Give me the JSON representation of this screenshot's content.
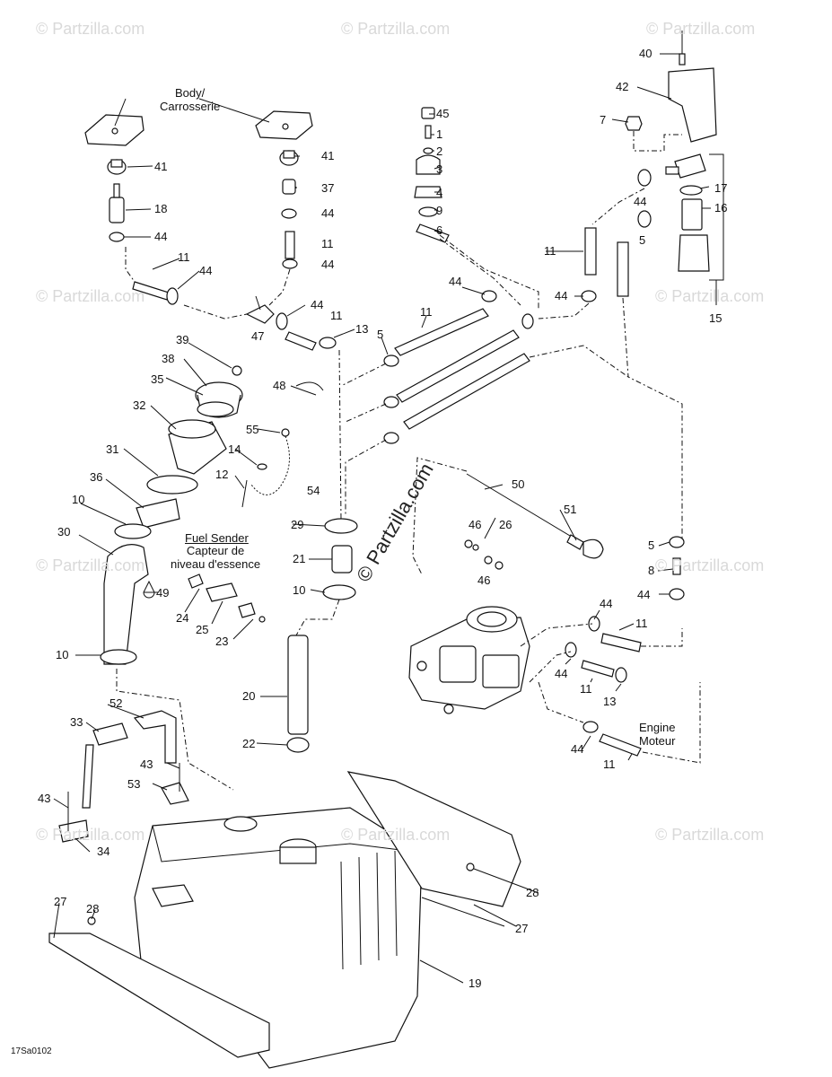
{
  "captions": {
    "body": "Body/\nCarrosserie",
    "fuel_sender_line1": "Fuel Sender",
    "fuel_sender_line2": "Capteur de\nniveau d'essence",
    "engine": "Engine\nMoteur"
  },
  "diagram_code": "17Sa0102",
  "watermark": "© Partzilla.com",
  "callouts": [
    {
      "id": "c40",
      "text": "40"
    },
    {
      "id": "c42",
      "text": "42"
    },
    {
      "id": "c7",
      "text": "7"
    },
    {
      "id": "c17",
      "text": "17"
    },
    {
      "id": "c16",
      "text": "16"
    },
    {
      "id": "c15",
      "text": "15"
    },
    {
      "id": "c44a",
      "text": "44"
    },
    {
      "id": "c5a",
      "text": "5"
    },
    {
      "id": "c11a",
      "text": "11"
    },
    {
      "id": "c44b",
      "text": "44"
    },
    {
      "id": "c45",
      "text": "45"
    },
    {
      "id": "c1",
      "text": "1"
    },
    {
      "id": "c2",
      "text": "2"
    },
    {
      "id": "c3",
      "text": "3"
    },
    {
      "id": "c4",
      "text": "4"
    },
    {
      "id": "c9",
      "text": "9"
    },
    {
      "id": "c6",
      "text": "6"
    },
    {
      "id": "c41a",
      "text": "41"
    },
    {
      "id": "c41b",
      "text": "41"
    },
    {
      "id": "c18",
      "text": "18"
    },
    {
      "id": "c44c",
      "text": "44"
    },
    {
      "id": "c37",
      "text": "37"
    },
    {
      "id": "c44d",
      "text": "44"
    },
    {
      "id": "c11b",
      "text": "11"
    },
    {
      "id": "c44e",
      "text": "44"
    },
    {
      "id": "c11c",
      "text": "11"
    },
    {
      "id": "c44f",
      "text": "44"
    },
    {
      "id": "c44g",
      "text": "44"
    },
    {
      "id": "c11d",
      "text": "11"
    },
    {
      "id": "c47",
      "text": "47"
    },
    {
      "id": "c13a",
      "text": "13"
    },
    {
      "id": "c44h",
      "text": "44"
    },
    {
      "id": "c11e",
      "text": "11"
    },
    {
      "id": "c5b",
      "text": "5"
    },
    {
      "id": "c39",
      "text": "39"
    },
    {
      "id": "c38",
      "text": "38"
    },
    {
      "id": "c35",
      "text": "35"
    },
    {
      "id": "c48",
      "text": "48"
    },
    {
      "id": "c32",
      "text": "32"
    },
    {
      "id": "c55",
      "text": "55"
    },
    {
      "id": "c14",
      "text": "14"
    },
    {
      "id": "c31",
      "text": "31"
    },
    {
      "id": "c12",
      "text": "12"
    },
    {
      "id": "c54",
      "text": "54"
    },
    {
      "id": "c36",
      "text": "36"
    },
    {
      "id": "c10a",
      "text": "10"
    },
    {
      "id": "c30",
      "text": "30"
    },
    {
      "id": "c29",
      "text": "29"
    },
    {
      "id": "c50",
      "text": "50"
    },
    {
      "id": "c51",
      "text": "51"
    },
    {
      "id": "c46a",
      "text": "46"
    },
    {
      "id": "c26",
      "text": "26"
    },
    {
      "id": "c46b",
      "text": "46"
    },
    {
      "id": "c21",
      "text": "21"
    },
    {
      "id": "c10b",
      "text": "10"
    },
    {
      "id": "c49",
      "text": "49"
    },
    {
      "id": "c24",
      "text": "24"
    },
    {
      "id": "c25",
      "text": "25"
    },
    {
      "id": "c23",
      "text": "23"
    },
    {
      "id": "c5c",
      "text": "5"
    },
    {
      "id": "c8",
      "text": "8"
    },
    {
      "id": "c44i",
      "text": "44"
    },
    {
      "id": "c44j",
      "text": "44"
    },
    {
      "id": "c11f",
      "text": "11"
    },
    {
      "id": "c44k",
      "text": "44"
    },
    {
      "id": "c11g",
      "text": "11"
    },
    {
      "id": "c13b",
      "text": "13"
    },
    {
      "id": "c10c",
      "text": "10"
    },
    {
      "id": "c20",
      "text": "20"
    },
    {
      "id": "c22",
      "text": "22"
    },
    {
      "id": "c52",
      "text": "52"
    },
    {
      "id": "c33",
      "text": "33"
    },
    {
      "id": "c43a",
      "text": "43"
    },
    {
      "id": "c53",
      "text": "53"
    },
    {
      "id": "c43b",
      "text": "43"
    },
    {
      "id": "c34",
      "text": "34"
    },
    {
      "id": "c44l",
      "text": "44"
    },
    {
      "id": "c11h",
      "text": "11"
    },
    {
      "id": "c28a",
      "text": "28"
    },
    {
      "id": "c28b",
      "text": "28"
    },
    {
      "id": "c27a",
      "text": "27"
    },
    {
      "id": "c27b",
      "text": "27"
    },
    {
      "id": "c19",
      "text": "19"
    }
  ]
}
